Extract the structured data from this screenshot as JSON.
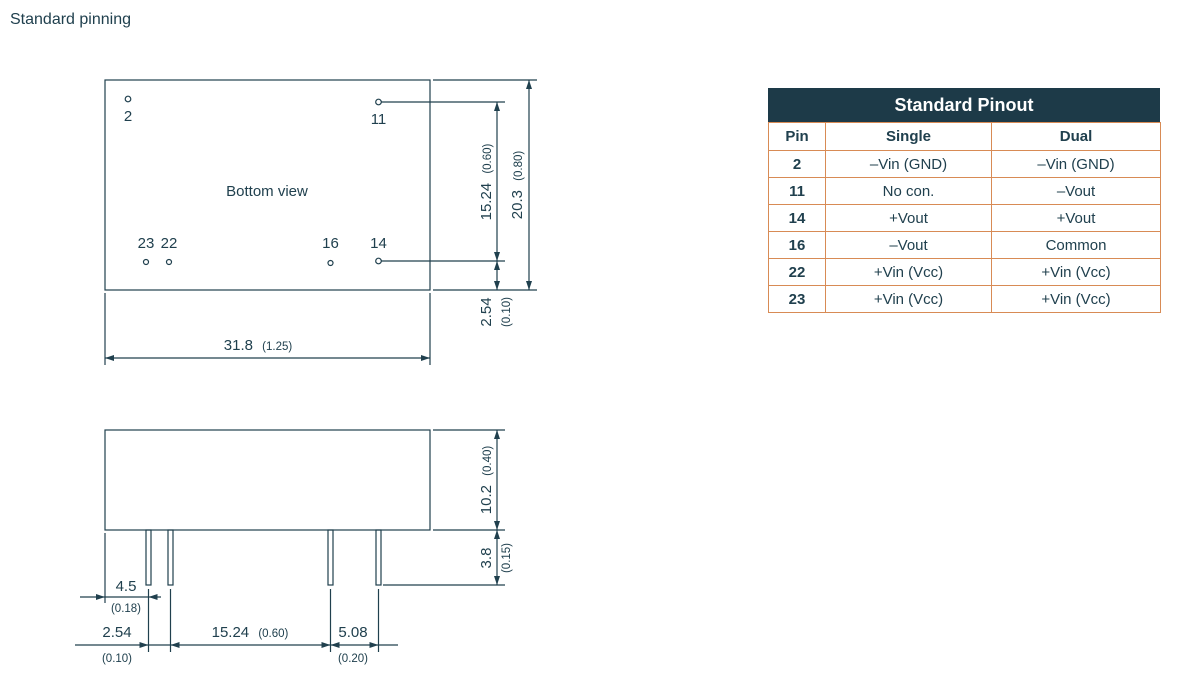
{
  "page": {
    "title": "Standard pinning"
  },
  "drawing": {
    "bottom_view": {
      "label": "Bottom view",
      "pin_labels": {
        "p2": "2",
        "p11": "11",
        "p23": "23",
        "p22": "22",
        "p16": "16",
        "p14": "14"
      }
    },
    "dims": {
      "body_width": {
        "mm": "31.8",
        "in": "(1.25)"
      },
      "pin_row_span": {
        "mm": "15.24",
        "in": "(0.60)"
      },
      "body_depth": {
        "mm": "20.3",
        "in": "(0.80)"
      },
      "pin_row_offset": {
        "mm": "2.54",
        "in": "(0.10)"
      },
      "case_height": {
        "mm": "10.2",
        "in": "(0.40)"
      },
      "pin_length": {
        "mm": "3.8",
        "in": "(0.15)"
      },
      "pin1_offset": {
        "mm": "4.5",
        "in": "(0.18)"
      },
      "pin_pitch_small": {
        "mm": "2.54",
        "in": "(0.10)"
      },
      "pin_group_span": {
        "mm": "15.24",
        "in": "(0.60)"
      },
      "pin_pitch_out": {
        "mm": "5.08",
        "in": "(0.20)"
      }
    }
  },
  "pinout_table": {
    "title": "Standard Pinout",
    "columns": {
      "pin": "Pin",
      "single": "Single",
      "dual": "Dual"
    },
    "rows": [
      {
        "pin": "2",
        "single": "–Vin (GND)",
        "dual": "–Vin (GND)"
      },
      {
        "pin": "11",
        "single": "No con.",
        "dual": "–Vout"
      },
      {
        "pin": "14",
        "single": "+Vout",
        "dual": "+Vout"
      },
      {
        "pin": "16",
        "single": "–Vout",
        "dual": "Common"
      },
      {
        "pin": "22",
        "single": "+Vin (Vcc)",
        "dual": "+Vin (Vcc)"
      },
      {
        "pin": "23",
        "single": "+Vin (Vcc)",
        "dual": "+Vin (Vcc)"
      }
    ]
  },
  "colors": {
    "ink": "#20404e",
    "table_header_bg": "#1d3a48",
    "table_header_text": "#ffffff",
    "table_border": "#d88b55"
  }
}
